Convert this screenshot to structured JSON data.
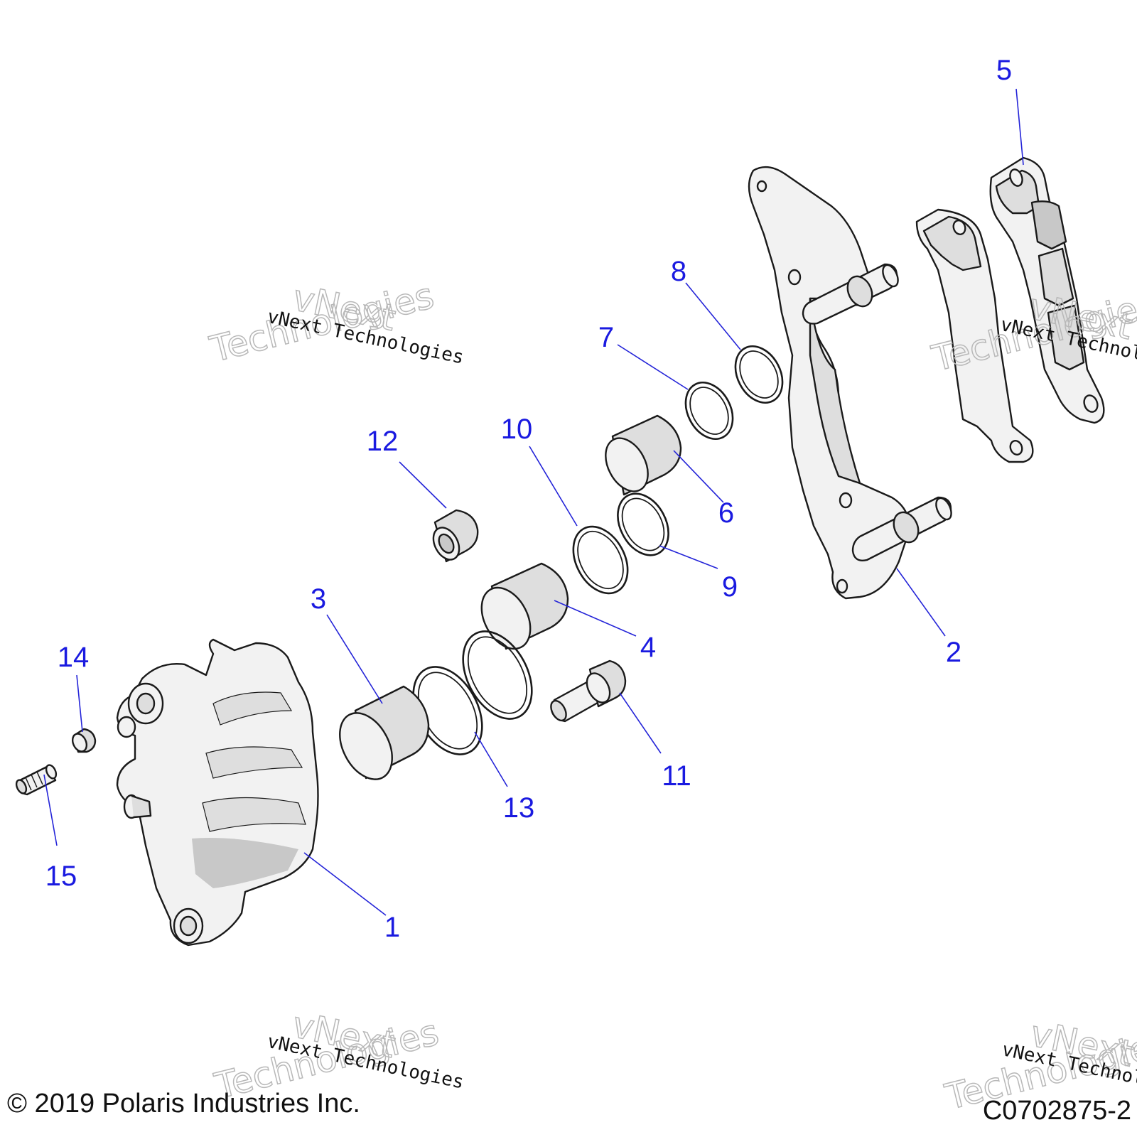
{
  "callouts": [
    {
      "num": "1"
    },
    {
      "num": "2"
    },
    {
      "num": "3"
    },
    {
      "num": "4"
    },
    {
      "num": "5"
    },
    {
      "num": "6"
    },
    {
      "num": "7"
    },
    {
      "num": "8"
    },
    {
      "num": "9"
    },
    {
      "num": "10"
    },
    {
      "num": "11"
    },
    {
      "num": "12"
    },
    {
      "num": "13"
    },
    {
      "num": "14"
    },
    {
      "num": "15"
    }
  ],
  "watermark": {
    "line_small": "vNext Technologies",
    "line_large_1": "vNext",
    "line_large_2": "Technologies"
  },
  "footer": {
    "copyright": "© 2019 Polaris Industries Inc.",
    "figure_id": "C0702875-2"
  },
  "colors": {
    "callout": "#1a1ae0",
    "line": "#1a1a1a"
  }
}
